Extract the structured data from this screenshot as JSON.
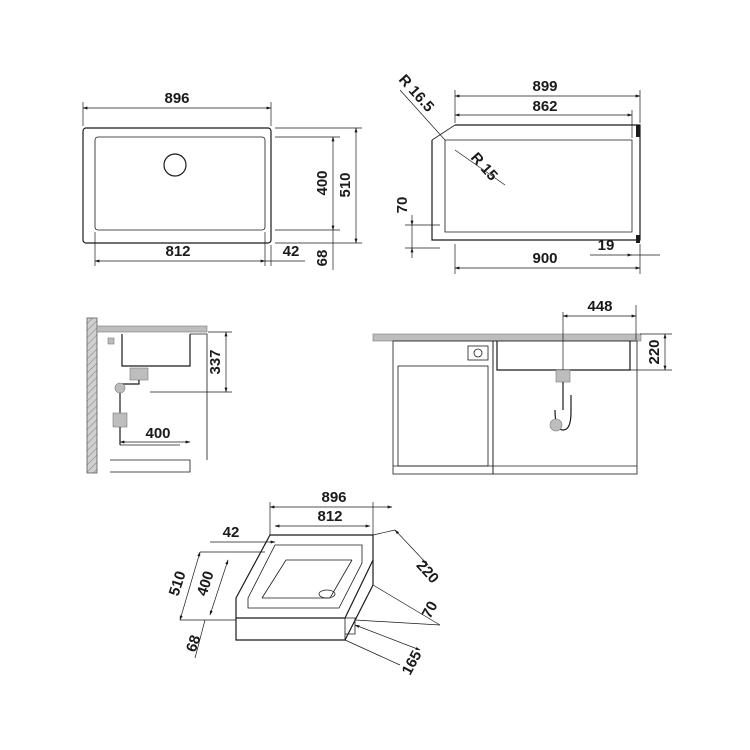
{
  "drawing": {
    "top_view": {
      "overall_width": "896",
      "bowl_width": "812",
      "rim_width": "42",
      "bowl_depth": "400",
      "overall_depth": "510",
      "rim_depth": "68"
    },
    "cabinet_plan": {
      "radius_outer": "R 16.5",
      "radius_inner": "R 15",
      "outer_width": "899",
      "inner_width": "862",
      "cabinet_width": "900",
      "offset": "19",
      "height": "70"
    },
    "side_section": {
      "bowl_depth": "337",
      "drain_offset": "400"
    },
    "front_section": {
      "drain_offset": "448",
      "depth": "220"
    },
    "iso_view": {
      "overall_width": "896",
      "bowl_width": "812",
      "rim_width": "42",
      "overall_depth": "510",
      "bowl_depth": "400",
      "rim_depth": "68",
      "height": "220",
      "edge": "70",
      "base": "165"
    }
  }
}
